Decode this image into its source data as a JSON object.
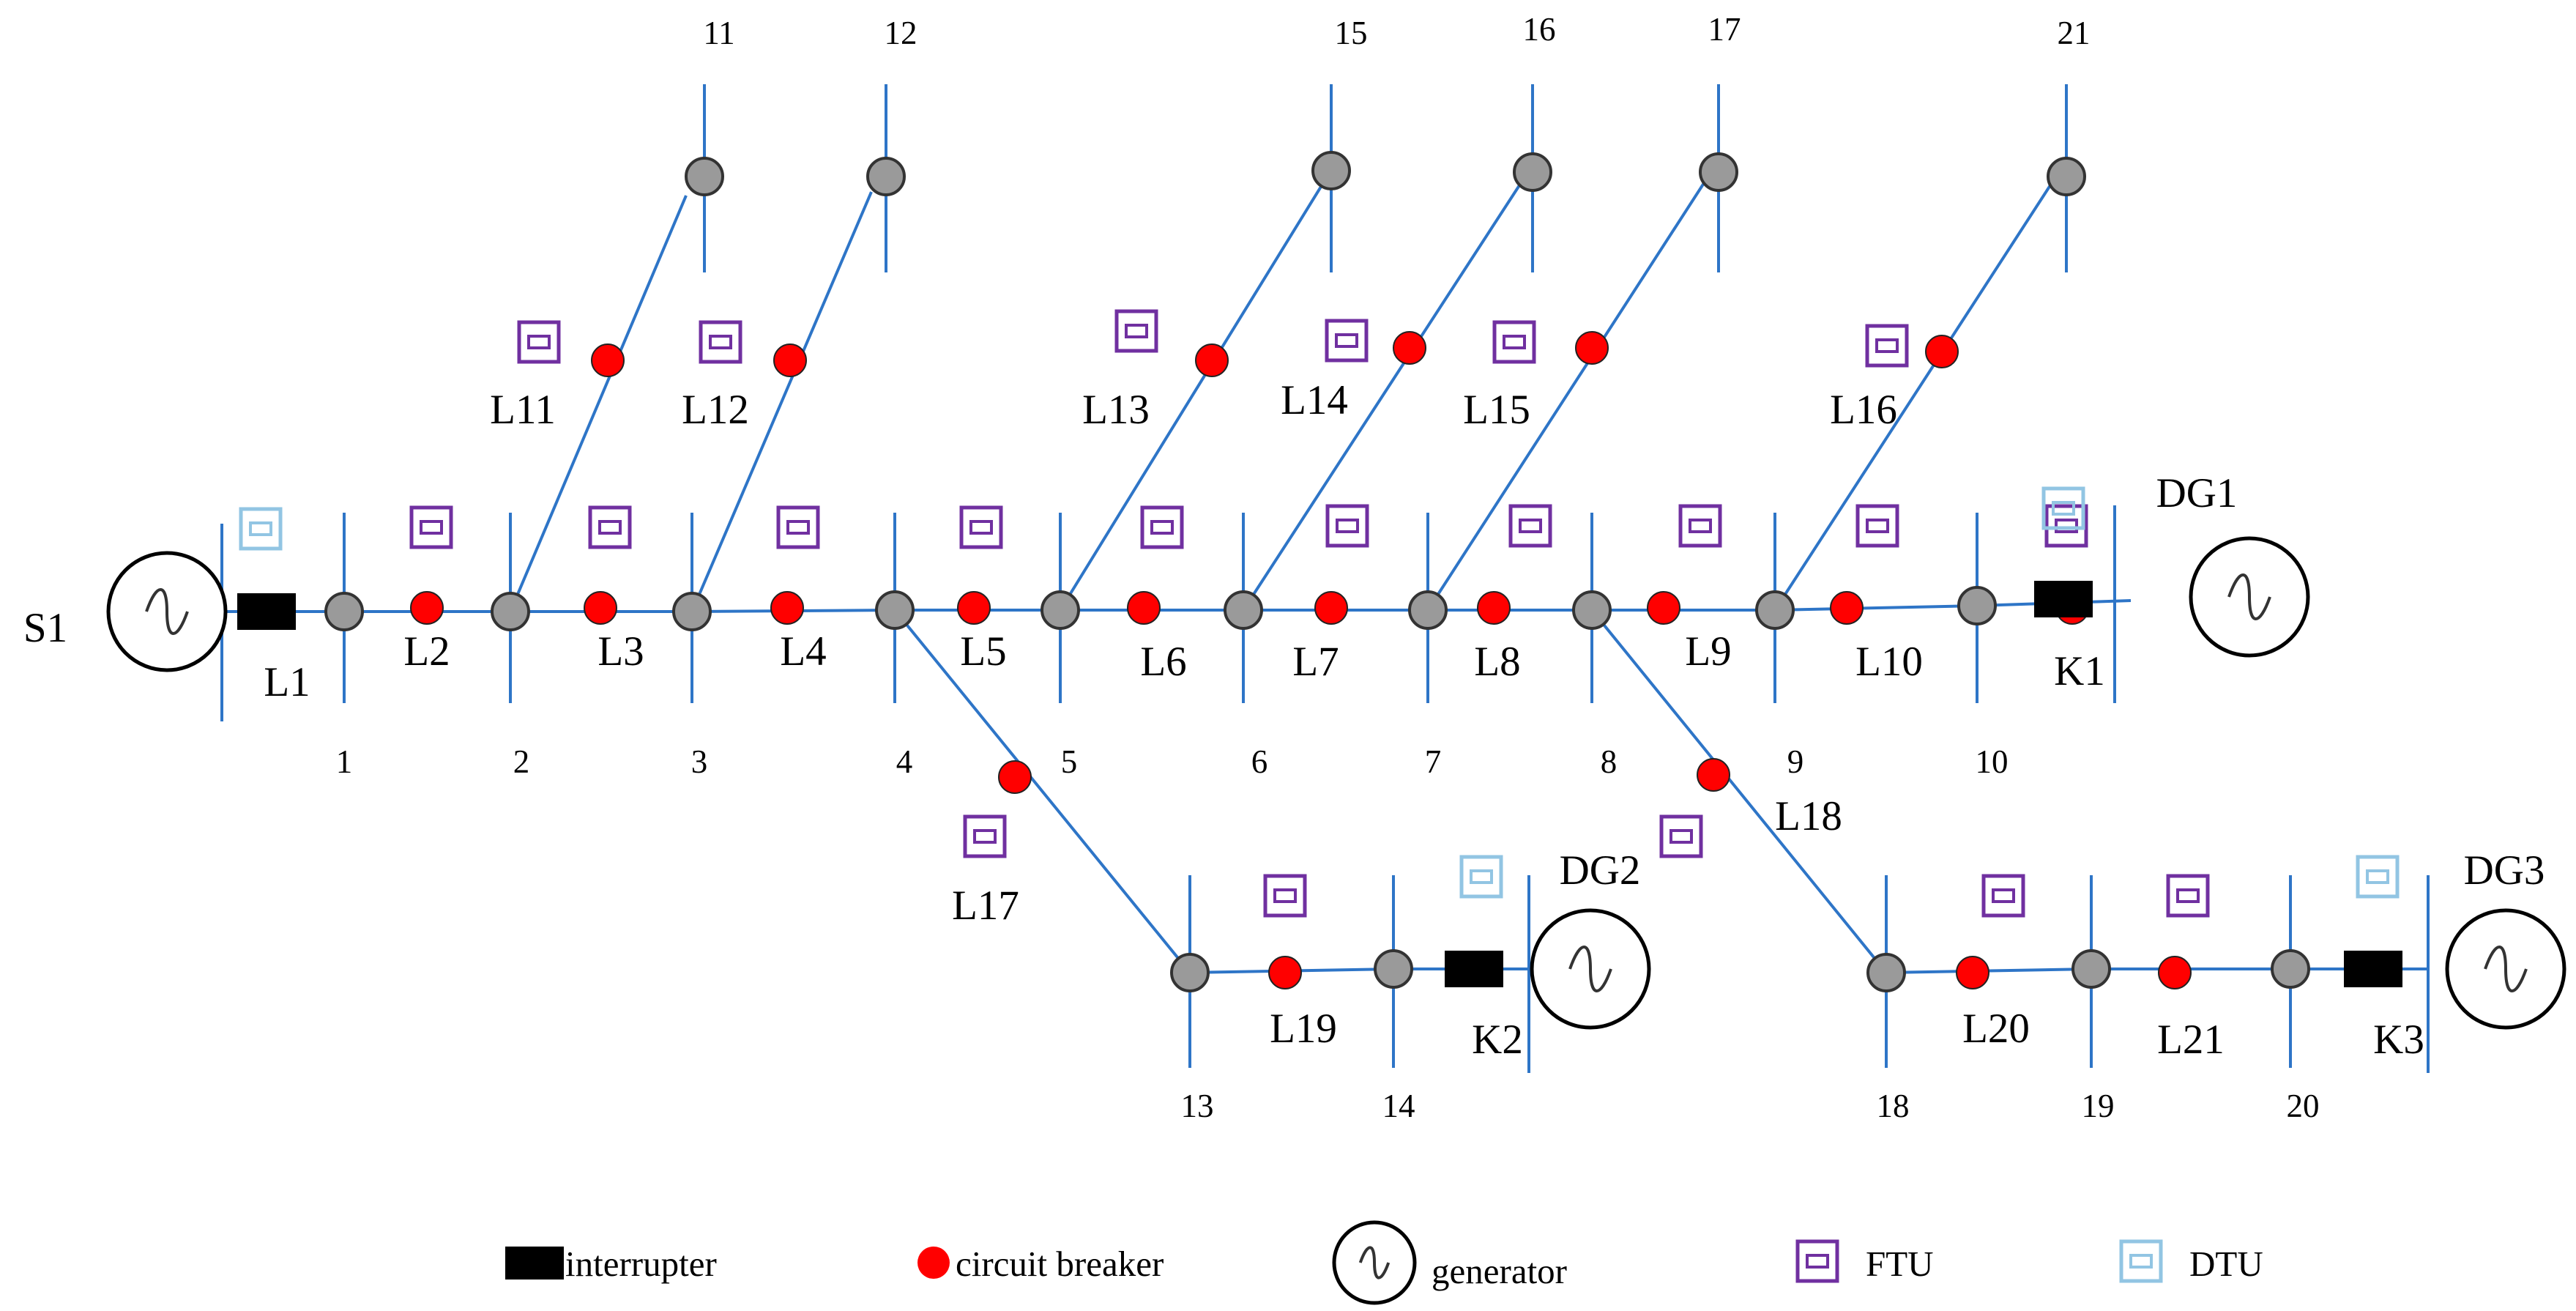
{
  "colors": {
    "line": "#2e75c7",
    "node_fill": "#9a9a9a",
    "breaker": "#ff0000",
    "ftu": "#7030a0",
    "dtu": "#92c5e3",
    "interrupter": "#000000"
  },
  "sources": [
    {
      "id": "S1",
      "label": "S1"
    },
    {
      "id": "DG1",
      "label": "DG1"
    },
    {
      "id": "DG2",
      "label": "DG2"
    },
    {
      "id": "DG3",
      "label": "DG3"
    }
  ],
  "nodes": [
    "1",
    "2",
    "3",
    "4",
    "5",
    "6",
    "7",
    "8",
    "9",
    "10",
    "11",
    "12",
    "13",
    "14",
    "15",
    "16",
    "17",
    "18",
    "19",
    "20",
    "21"
  ],
  "lines": [
    "L1",
    "L2",
    "L3",
    "L4",
    "L5",
    "L6",
    "L7",
    "L8",
    "L9",
    "L10",
    "L11",
    "L12",
    "L13",
    "L14",
    "L15",
    "L16",
    "L17",
    "L18",
    "L19",
    "L20",
    "L21"
  ],
  "switches": [
    "K1",
    "K2",
    "K3"
  ],
  "legend": {
    "interrupter": "interrupter",
    "circuit_breaker": "circuit breaker",
    "generator": "generator",
    "ftu": "FTU",
    "dtu": "DTU"
  }
}
